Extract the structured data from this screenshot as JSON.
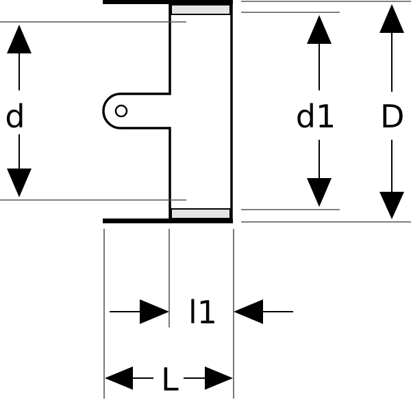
{
  "labels": {
    "d": "d",
    "d1": "d1",
    "D": "D",
    "l1": "l1",
    "L": "L"
  }
}
